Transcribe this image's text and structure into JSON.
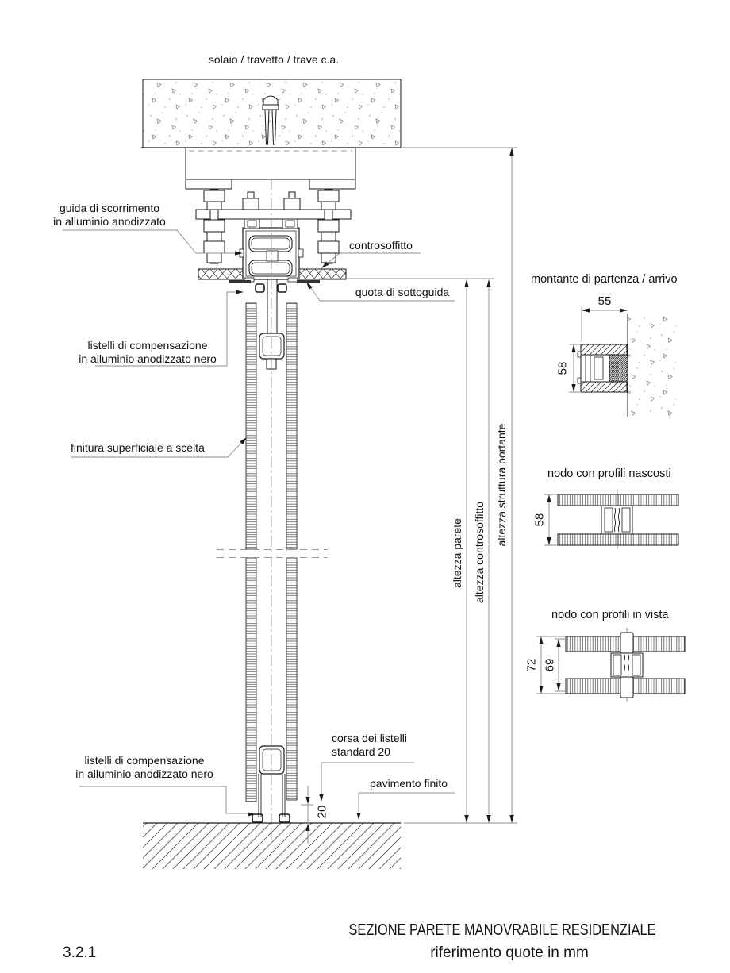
{
  "section": {
    "top_label": "solaio / travetto / trave c.a.",
    "labels": {
      "guida_line1": "guida di scorrimento",
      "guida_line2": "in alluminio anodizzato",
      "listelli_top_line1": "listelli di compensazione",
      "listelli_top_line2": "in alluminio anodizzato nero",
      "finitura": "finitura superficiale a scelta",
      "controsoffitto": "controsoffitto",
      "quota_sottoguida": "quota di sottoguida",
      "listelli_bottom_line1": "listelli di compensazione",
      "listelli_bottom_line2": "in alluminio anodizzato nero",
      "corsa_line1": "corsa dei listelli",
      "corsa_line2": "standard 20",
      "pavimento": "pavimento finito"
    },
    "dimensions": {
      "altezza_parete": "altezza parete",
      "altezza_controsoffitto": "altezza controsoffitto",
      "altezza_struttura": "altezza struttura portante",
      "corsa_value": "20"
    }
  },
  "details": {
    "montante": {
      "title": "montante di partenza / arrivo",
      "width": "55",
      "height": "58"
    },
    "nodo_nascosti": {
      "title": "nodo con profili nascosti",
      "height": "58"
    },
    "nodo_vista": {
      "title": "nodo con profili in vista",
      "outer": "72",
      "inner": "69"
    }
  },
  "title_block": {
    "code": "3.2.1",
    "title": "SEZIONE PARETE MANOVRABILE RESIDENZIALE",
    "subtitle": "riferimento quote in mm"
  },
  "colors": {
    "line": "#1a1a1a",
    "dim": "#8c8c8c",
    "paper": "#ffffff"
  }
}
